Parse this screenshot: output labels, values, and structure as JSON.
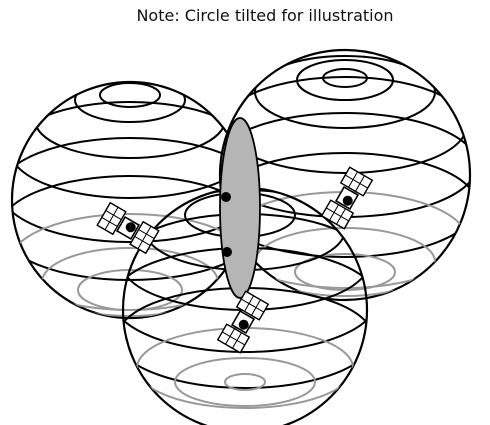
{
  "note": "Note: Circle tilted for illustration",
  "colors": {
    "sphere_line": "#000000",
    "back_line": "#999999",
    "ellipse_fill": "#b5b5b5",
    "point": "#000000"
  },
  "elements": {
    "spheres": [
      "left-sphere",
      "right-sphere",
      "bottom-sphere"
    ],
    "satellites": [
      "satellite-left",
      "satellite-right",
      "satellite-bottom"
    ],
    "intersection": "tilted-intersection-circle",
    "points": [
      "intersection-point-upper",
      "intersection-point-lower"
    ]
  }
}
